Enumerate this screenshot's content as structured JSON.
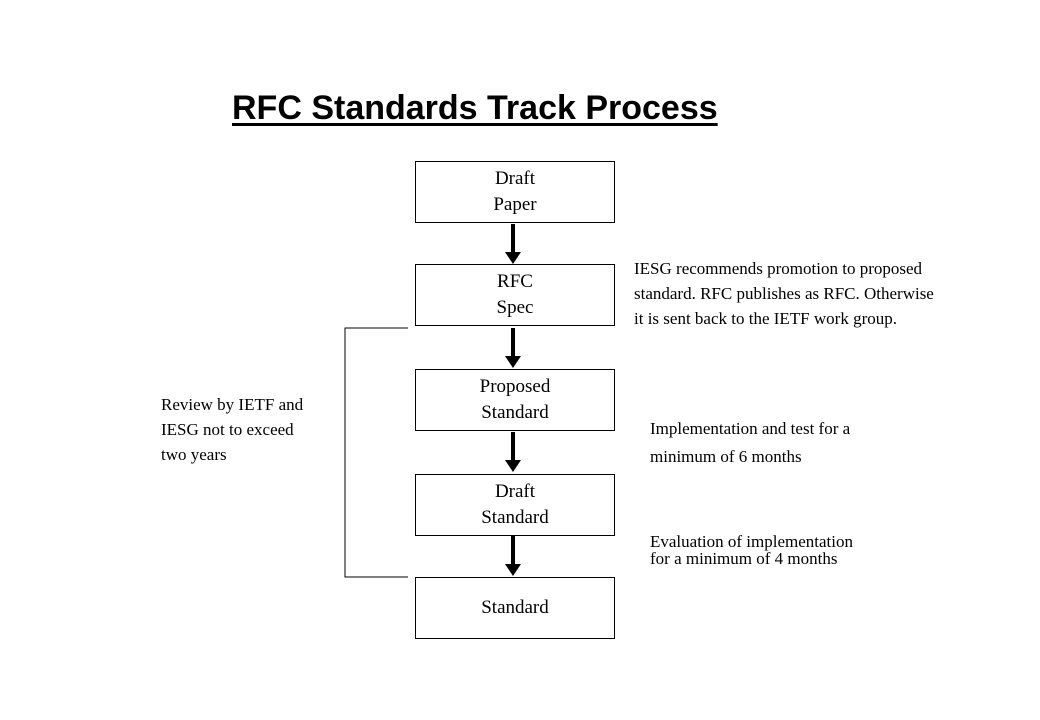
{
  "title": "RFC Standards Track Process",
  "steps": [
    {
      "lines": [
        "Draft",
        "Paper"
      ]
    },
    {
      "lines": [
        "RFC",
        "Spec"
      ]
    },
    {
      "lines": [
        "Proposed",
        "Standard"
      ]
    },
    {
      "lines": [
        "Draft",
        "Standard"
      ]
    },
    {
      "lines": [
        "Standard"
      ]
    }
  ],
  "annotations": {
    "iesg": {
      "lines": [
        "IESG recommends promotion to proposed",
        "standard. RFC publishes as RFC. Otherwise",
        "it is sent back to the IETF work group."
      ]
    },
    "review": {
      "lines": [
        "Review by IETF and",
        "IESG not to exceed",
        "two years"
      ]
    },
    "implementation": {
      "lines": [
        "Implementation and test for a",
        "minimum of 6 months"
      ]
    },
    "evaluation": {
      "lines": [
        "Evaluation of implementation",
        "for a minimum of 4 months"
      ]
    }
  }
}
